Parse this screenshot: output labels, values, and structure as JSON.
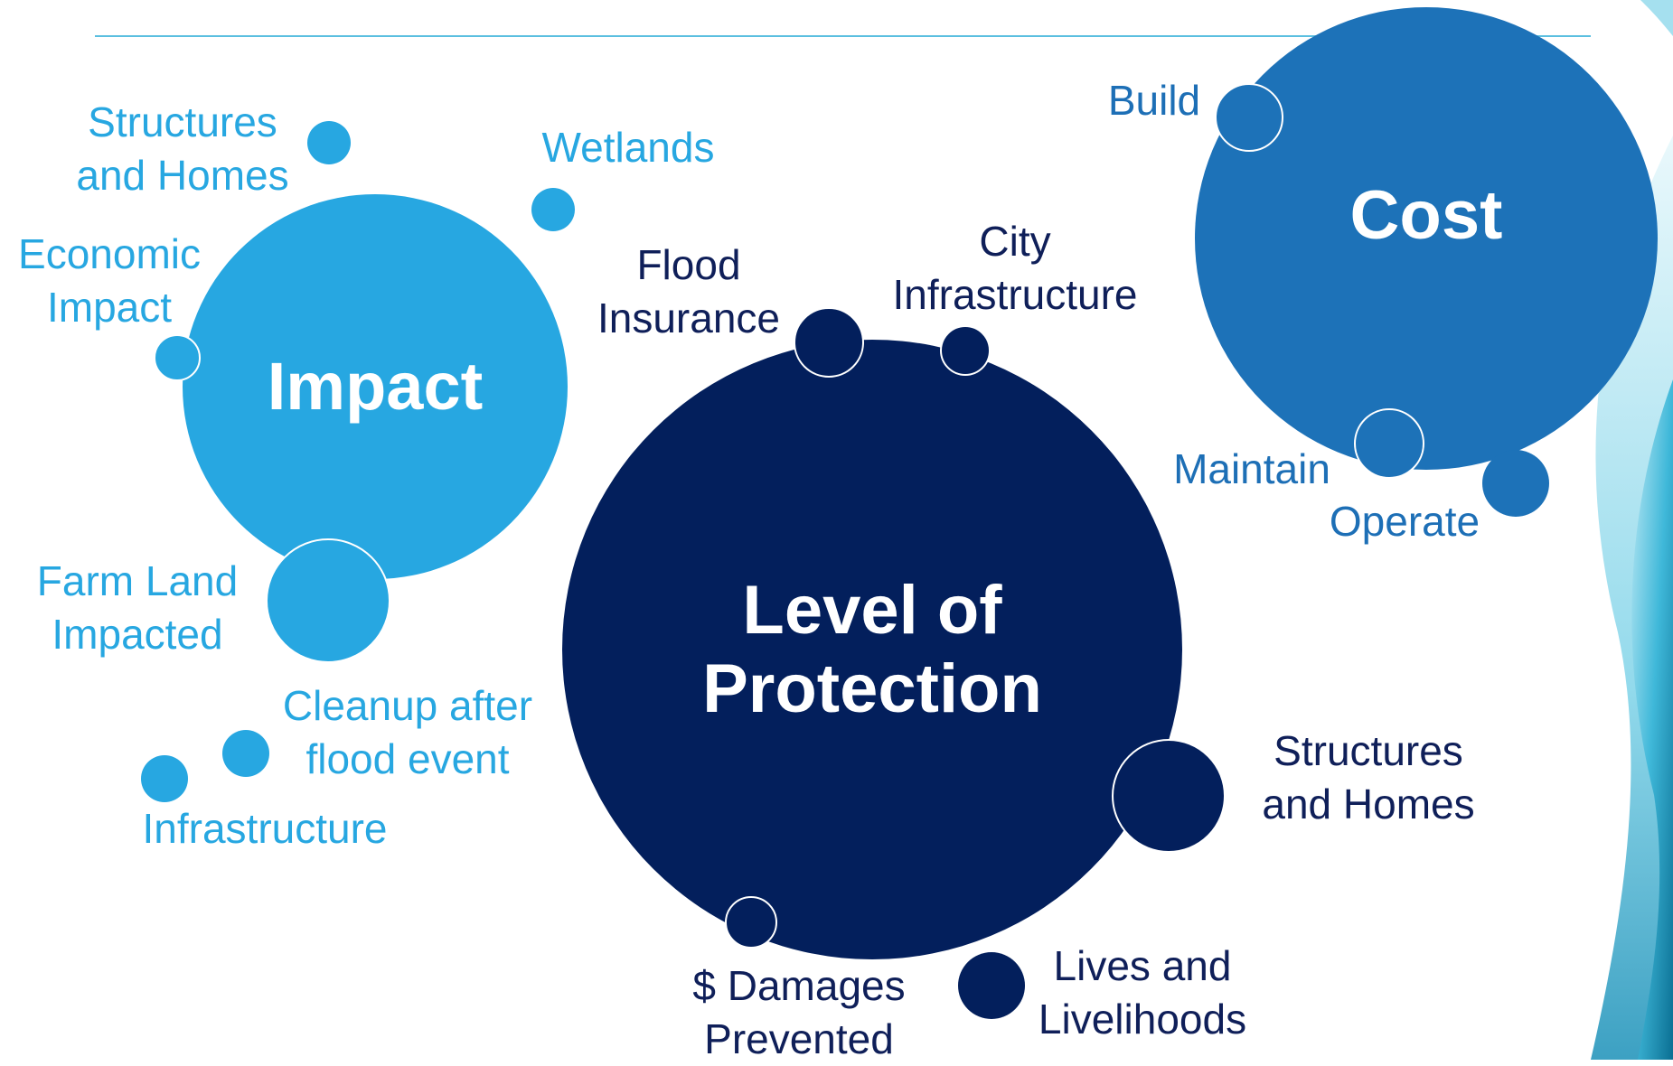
{
  "colors": {
    "impact": "#27a7e1",
    "level_of_protection": "#031f5c",
    "cost": "#1d72b8"
  },
  "impact": {
    "title": "Impact",
    "items": [
      {
        "lines": [
          "Structures",
          "and Homes"
        ]
      },
      {
        "lines": [
          "Wetlands"
        ]
      },
      {
        "lines": [
          "Economic",
          "Impact"
        ]
      },
      {
        "lines": [
          "Farm Land",
          "Impacted"
        ]
      },
      {
        "lines": [
          "Cleanup after",
          "flood event"
        ]
      },
      {
        "lines": [
          "Infrastructure"
        ]
      }
    ]
  },
  "protection": {
    "title_lines": [
      "Level of",
      "Protection"
    ],
    "items": [
      {
        "lines": [
          "Flood",
          "Insurance"
        ]
      },
      {
        "lines": [
          "City",
          "Infrastructure"
        ]
      },
      {
        "lines": [
          "Structures",
          "and Homes"
        ]
      },
      {
        "lines": [
          "$ Damages",
          "Prevented"
        ]
      },
      {
        "lines": [
          "Lives and",
          "Livelihoods"
        ]
      }
    ]
  },
  "cost": {
    "title": "Cost",
    "items": [
      {
        "lines": [
          "Build"
        ]
      },
      {
        "lines": [
          "Maintain"
        ]
      },
      {
        "lines": [
          "Operate"
        ]
      }
    ]
  }
}
